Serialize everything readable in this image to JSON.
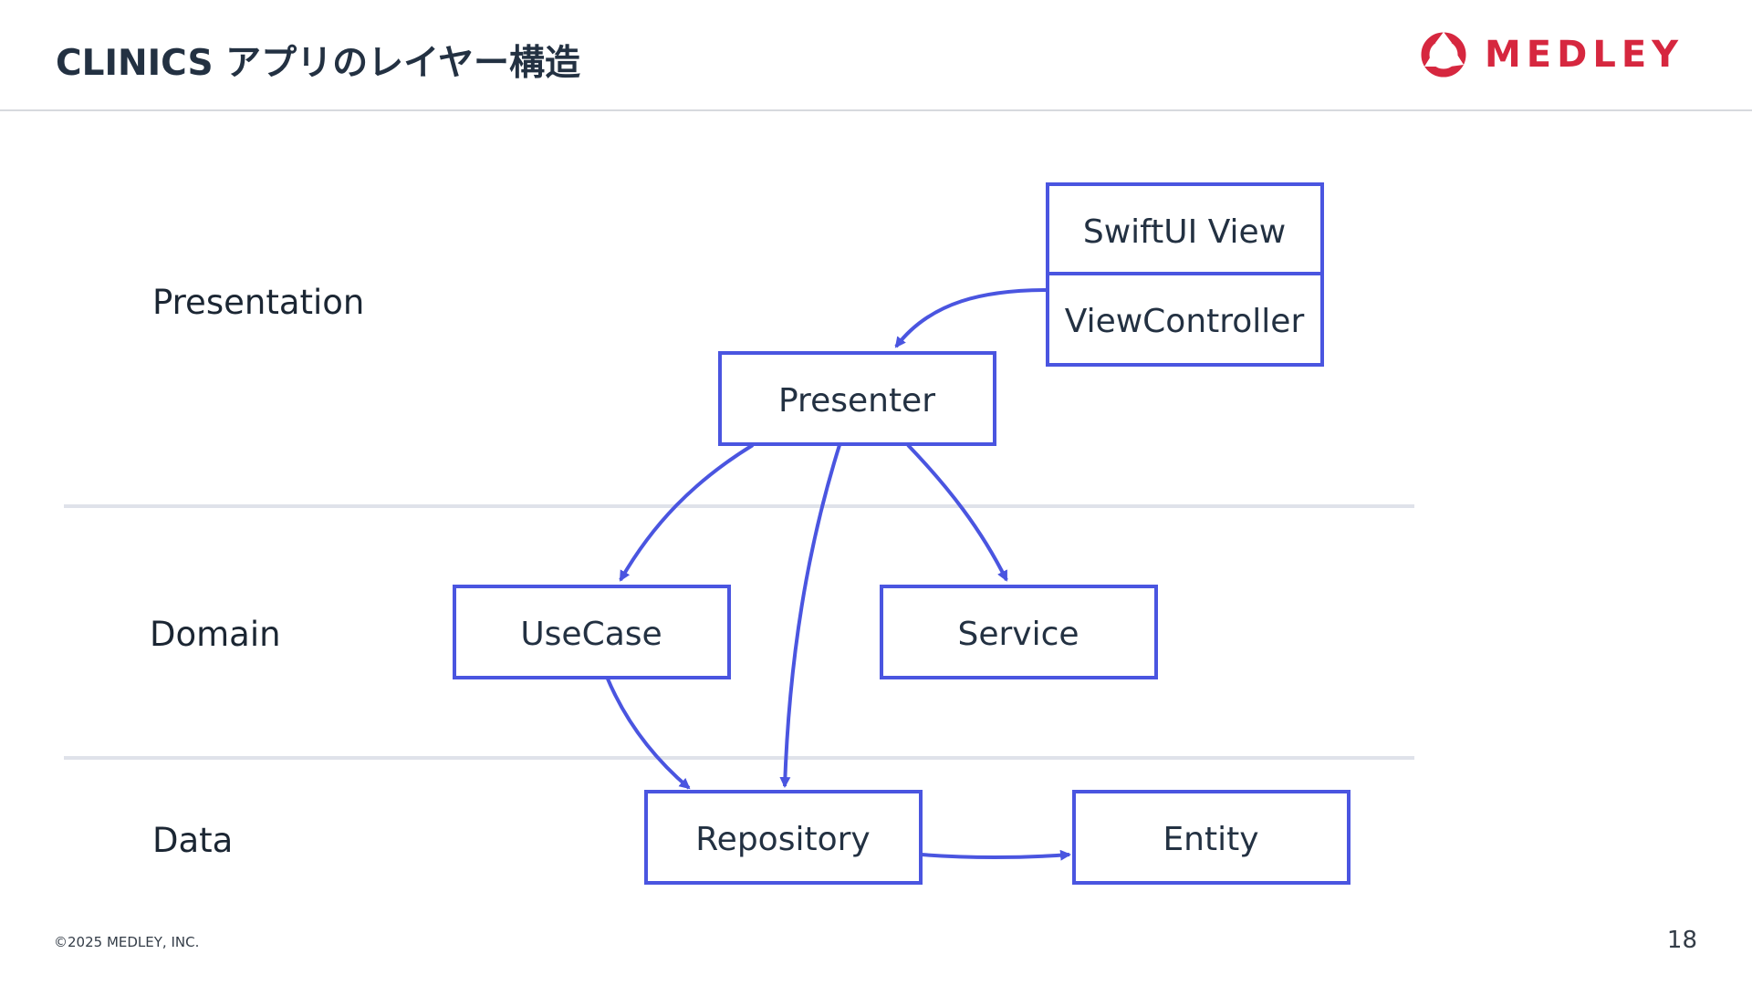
{
  "header": {
    "title": "CLINICS アプリのレイヤー構造",
    "logo_text": "MEDLEY",
    "brand_color": "#d6273f"
  },
  "layers": {
    "presentation": "Presentation",
    "domain": "Domain",
    "data": "Data"
  },
  "nodes": {
    "swiftui_view": "SwiftUI View",
    "view_controller": "ViewController",
    "presenter": "Presenter",
    "usecase": "UseCase",
    "service": "Service",
    "repository": "Repository",
    "entity": "Entity"
  },
  "colors": {
    "node_border": "#4a55e0",
    "divider": "#dfe2ea",
    "text": "#233142"
  },
  "edges": [
    {
      "from": "view_controller",
      "to": "presenter"
    },
    {
      "from": "presenter",
      "to": "usecase"
    },
    {
      "from": "presenter",
      "to": "repository"
    },
    {
      "from": "presenter",
      "to": "service"
    },
    {
      "from": "usecase",
      "to": "repository"
    },
    {
      "from": "repository",
      "to": "entity"
    }
  ],
  "footer": {
    "copyright": "©2025 MEDLEY, INC.",
    "page_number": "18"
  }
}
